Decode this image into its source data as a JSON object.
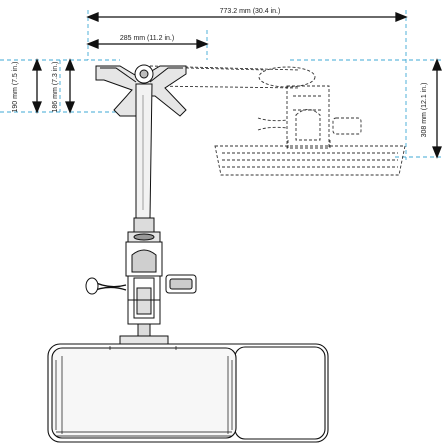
{
  "dimensions": {
    "overall_width": "773.2 mm (30.4 in.)",
    "arm_width": "285 mm (11.2 in.)",
    "left_outer_height": "190 mm (7.5 in.)",
    "left_inner_height": "186 mm (7.3 in.)",
    "right_height": "308 mm (12.1 in.)"
  },
  "colors": {
    "line": "#111111",
    "dimension_guide": "#3fa9d6",
    "ghost": "#333333",
    "fill_light": "#f2f2f2",
    "fill_dark": "#bdbdbd"
  }
}
